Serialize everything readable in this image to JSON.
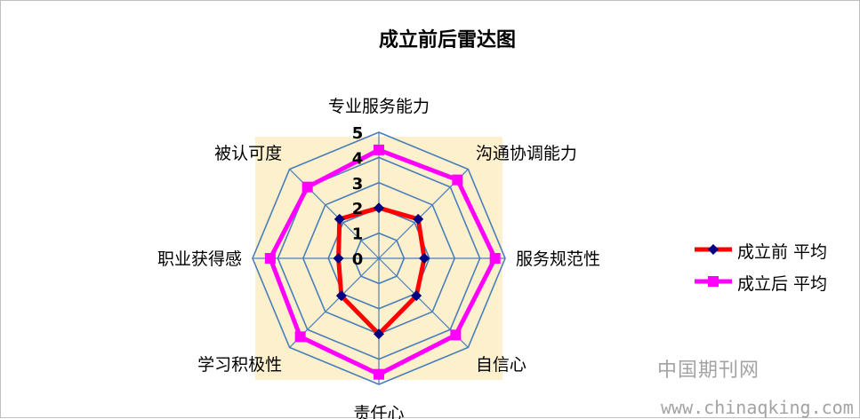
{
  "chart_data": {
    "type": "radar",
    "title": "成立前后雷达图",
    "categories": [
      "专业服务能力",
      "沟通协调能力",
      "服务规范性",
      "自信心",
      "责任心",
      "学习积极性",
      "职业获得感",
      "被认可度"
    ],
    "rlim": [
      0,
      5
    ],
    "ticks": [
      "0",
      "1",
      "2",
      "3",
      "4",
      "5"
    ],
    "grid": true,
    "legend_position": "right",
    "series": [
      {
        "name": "成立前 平均",
        "values": [
          2.0,
          2.2,
          1.8,
          2.1,
          3.0,
          2.1,
          1.6,
          2.2
        ],
        "color": "#ff0000",
        "marker": "diamond",
        "marker_color": "#000080"
      },
      {
        "name": "成立后 平均",
        "values": [
          4.3,
          4.4,
          4.6,
          4.3,
          4.6,
          4.4,
          4.3,
          4.0
        ],
        "color": "#ff00ff",
        "marker": "square",
        "marker_color": "#ff00ff"
      }
    ],
    "colors": {
      "grid": "#4a7ebb",
      "plot_background": "#fdf0cc"
    }
  },
  "watermark": {
    "line1": "中国期刊网",
    "line2": "www.chinaqking.com"
  }
}
